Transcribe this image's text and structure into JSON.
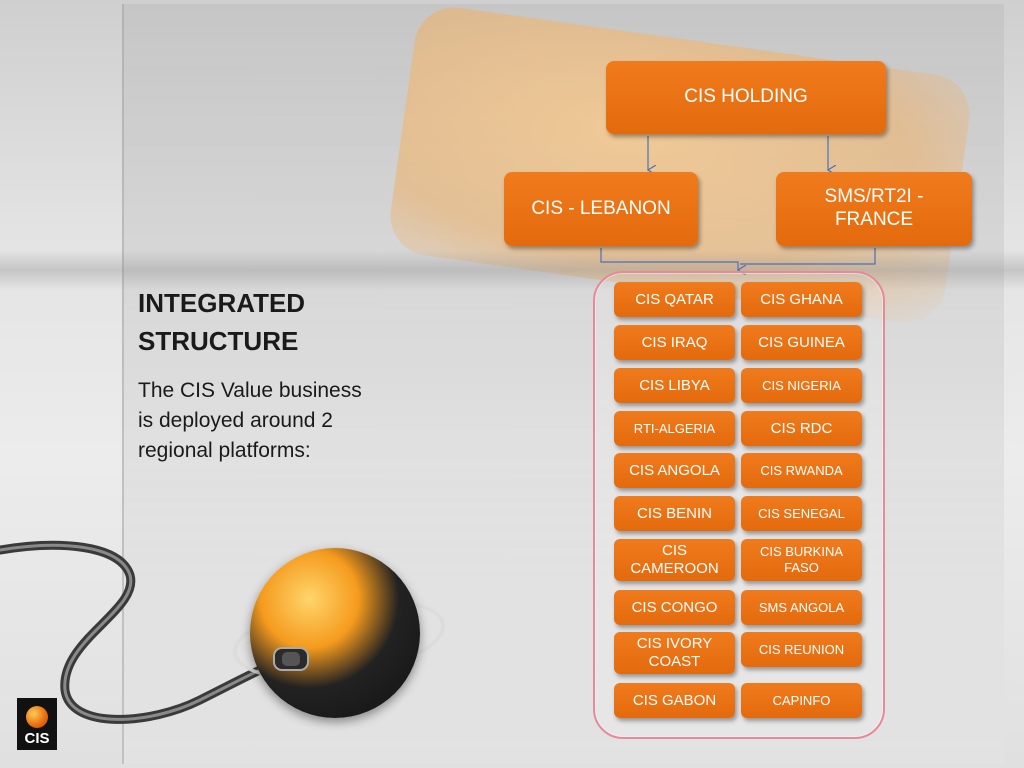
{
  "slide": {
    "heading_line1": "INTEGRATED",
    "heading_line2": "STRUCTURE",
    "body": "The CIS Value business is deployed around 2 regional platforms:"
  },
  "org": {
    "holding": "CIS HOLDING",
    "lebanon": "CIS - LEBANON",
    "france_line1": "SMS/RT2I -",
    "france_line2": "FRANCE"
  },
  "entities": {
    "left": [
      "CIS QATAR",
      "CIS IRAQ",
      "CIS LIBYA",
      "RTI-ALGERIA",
      "CIS ANGOLA",
      "CIS BENIN",
      "CIS CAMEROON",
      "CIS CONGO",
      "CIS IVORY COAST",
      "CIS GABON"
    ],
    "right": [
      "CIS GHANA",
      "CIS GUINEA",
      "CIS NIGERIA",
      "CIS RDC",
      "CIS RWANDA",
      "CIS SENEGAL",
      "CIS BURKINA FASO",
      "SMS ANGOLA",
      "CIS REUNION",
      "CAPINFO"
    ]
  },
  "logo": {
    "text": "CIS"
  },
  "colors": {
    "box_orange": "#e8700f",
    "connector_blue": "#4a72b8",
    "region_border": "#e8899a"
  }
}
